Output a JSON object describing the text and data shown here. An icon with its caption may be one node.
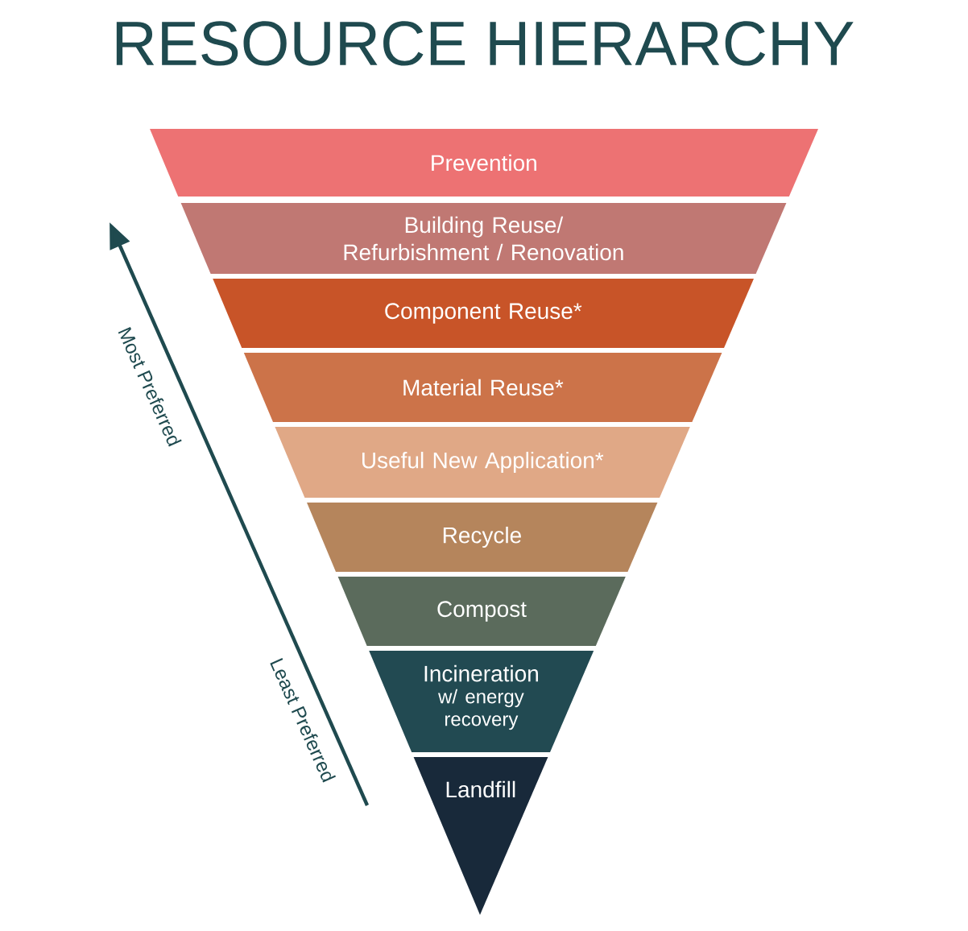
{
  "diagram": {
    "title": "RESOURCE HIERARCHY",
    "nodes": [
      {
        "text": [
          "Prevention"
        ]
      },
      {
        "text": [
          "Building Reuse/ Refurbishment / Renovation"
        ]
      },
      {
        "text": [
          "Component Reuse*"
        ]
      },
      {
        "text": [
          "Material Reuse*"
        ]
      },
      {
        "text": [
          "Useful New Application*"
        ]
      },
      {
        "text": [
          "Recycle"
        ]
      },
      {
        "text": [
          "Compost"
        ]
      },
      {
        "text": [
          "Incineration",
          "w/ energy recovery"
        ]
      },
      {
        "text": [
          "Landfill"
        ]
      }
    ],
    "labels": [
      "Most Preferred",
      "Least Preferred"
    ]
  }
}
